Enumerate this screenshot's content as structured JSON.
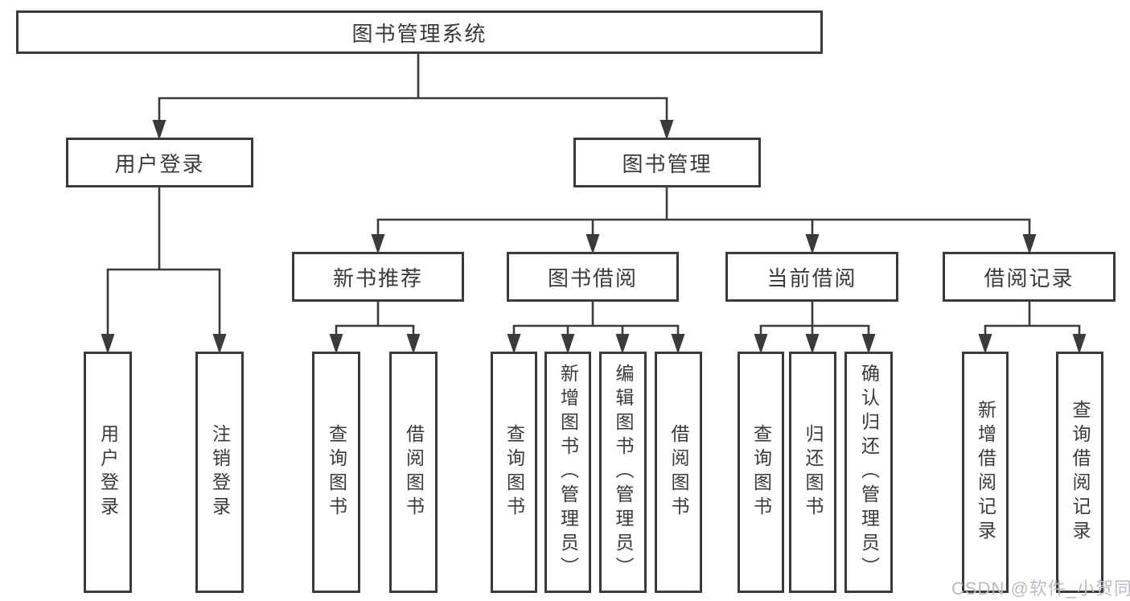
{
  "diagram": {
    "root": {
      "label": "图书管理系统"
    },
    "level2": [
      {
        "label": "用户登录"
      },
      {
        "label": "图书管理"
      }
    ],
    "level3": [
      {
        "label": "新书推荐"
      },
      {
        "label": "图书借阅"
      },
      {
        "label": "当前借阅"
      },
      {
        "label": "借阅记录"
      }
    ],
    "leaves": {
      "user_login": [
        "用户登录",
        "注销登录"
      ],
      "new_book_recommend": [
        "查询图书",
        "借阅图书"
      ],
      "book_borrow": [
        "查询图书",
        "新增图书（管理员）",
        "编辑图书（管理员）",
        "借阅图书"
      ],
      "current_borrow": [
        "查询图书",
        "归还图书",
        "确认归还（管理员）"
      ],
      "borrow_records": [
        "新增借阅记录",
        "查询借阅记录"
      ]
    },
    "colors": {
      "line": "#3b3b3b",
      "text": "#3a3a3a",
      "background": "#ffffff",
      "watermark": "#b9bcc4"
    }
  },
  "watermark": {
    "text": "CSDN @软件_小贺同学"
  }
}
